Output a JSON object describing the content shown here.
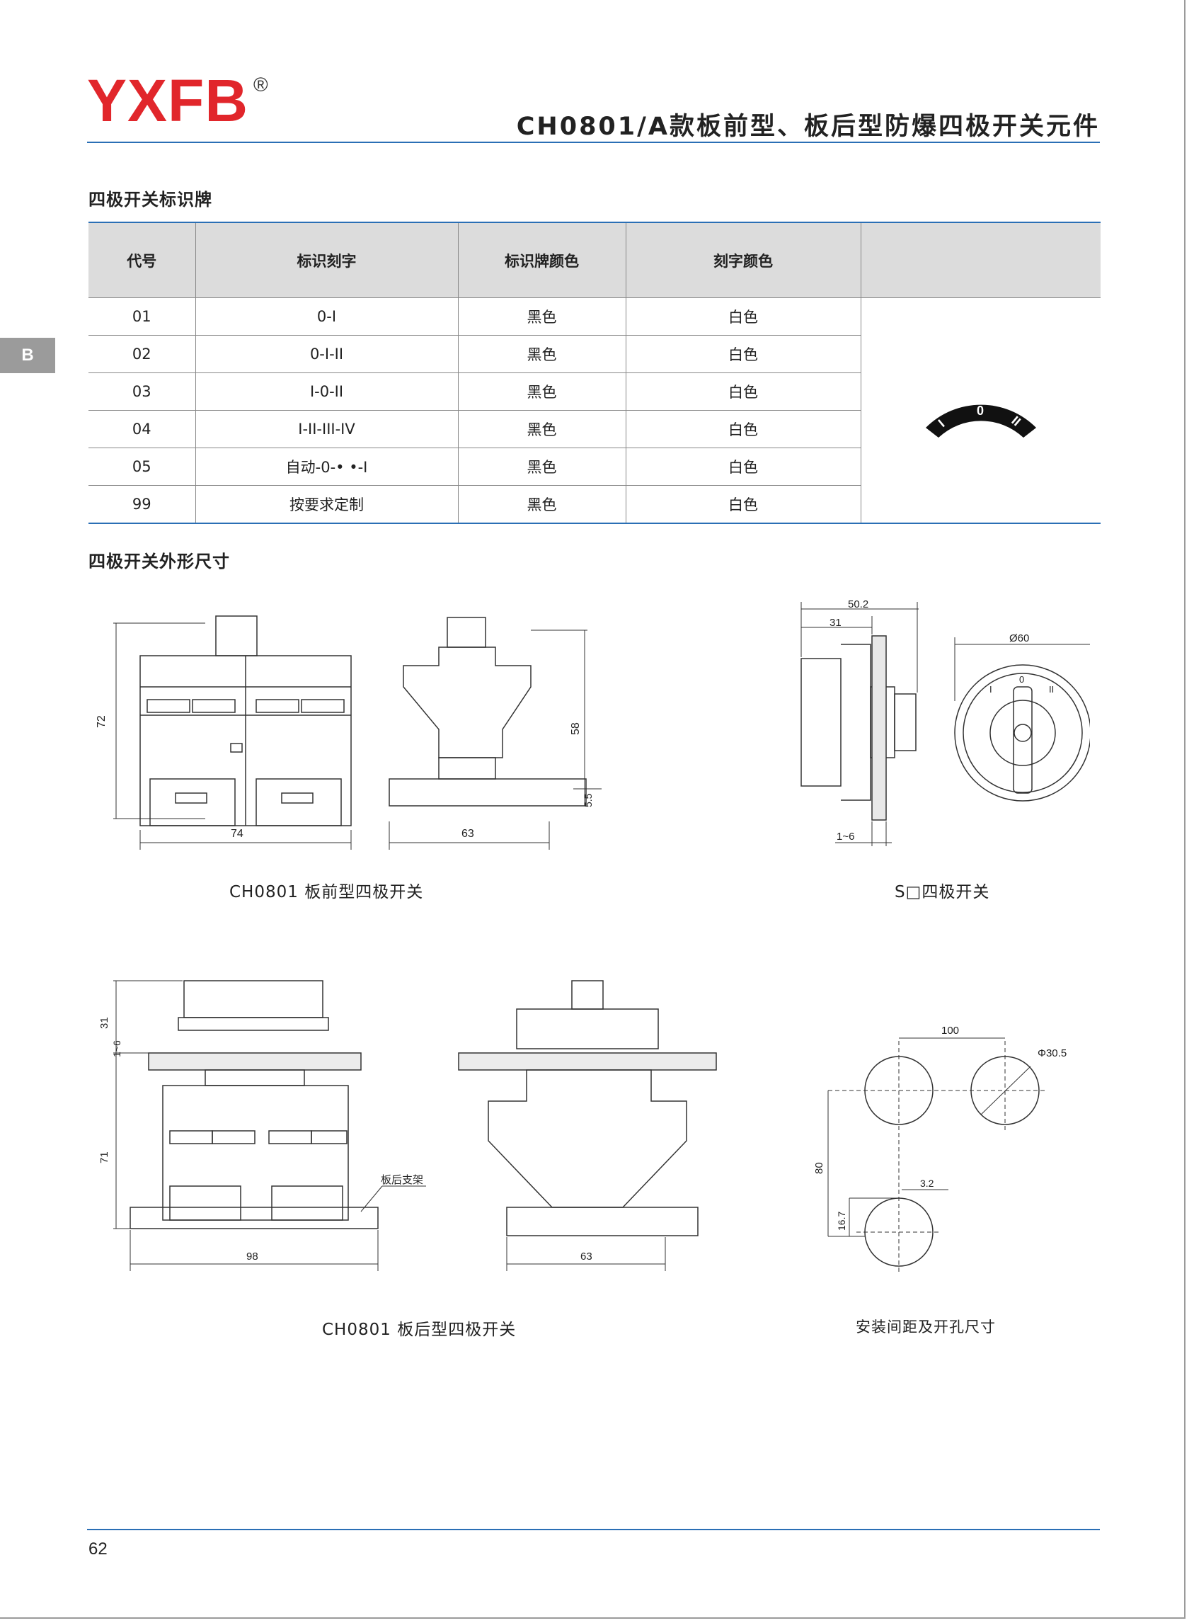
{
  "header": {
    "logo": "YXFB",
    "registered": "®",
    "title": "CH0801/A款板前型、板后型防爆四极开关元件"
  },
  "side_tab": "B",
  "section1": {
    "title": "四极开关标识牌"
  },
  "table": {
    "headers": [
      "代号",
      "标识刻字",
      "标识牌颜色",
      "刻字颜色",
      ""
    ],
    "rows": [
      [
        "01",
        "0-I",
        "黑色",
        "白色"
      ],
      [
        "02",
        "0-I-II",
        "黑色",
        "白色"
      ],
      [
        "03",
        "I-0-II",
        "黑色",
        "白色"
      ],
      [
        "04",
        "I-II-III-IV",
        "黑色",
        "白色"
      ],
      [
        "05",
        "自动-0-• •-I",
        "黑色",
        "白色"
      ],
      [
        "99",
        "按要求定制",
        "黑色",
        "白色"
      ]
    ],
    "plate_labels": [
      "I",
      "0",
      "II"
    ]
  },
  "section2": {
    "title": "四极开关外形尺寸"
  },
  "drawings": {
    "front_dims": {
      "height": "72",
      "width": "74",
      "side_height": "58",
      "base": "5.5",
      "side_width": "63"
    },
    "front_caption": "CH0801 板前型四极开关",
    "s_dims": {
      "overall": "50.2",
      "body": "31",
      "panel": "1~6",
      "dial": "Ø60",
      "dial_labels": [
        "I",
        "0",
        "II"
      ]
    },
    "s_caption": "S□四极开关",
    "rear_dims": {
      "top": "31",
      "panel": "1~6",
      "body": "71",
      "bracket": "板后支架",
      "width": "98",
      "side_width": "63"
    },
    "rear_caption": "CH0801 板后型四极开关",
    "hole_dims": {
      "spacing": "100",
      "diameter": "Φ30.5",
      "vertical": "80",
      "key": "3.2",
      "offset": "16.7"
    },
    "hole_caption": "安装间距及开孔尺寸"
  },
  "footer": {
    "page": "62"
  },
  "colors": {
    "logo": "#e1262b",
    "rule": "#2a6fb5",
    "header_bg": "#dcdcdc"
  }
}
